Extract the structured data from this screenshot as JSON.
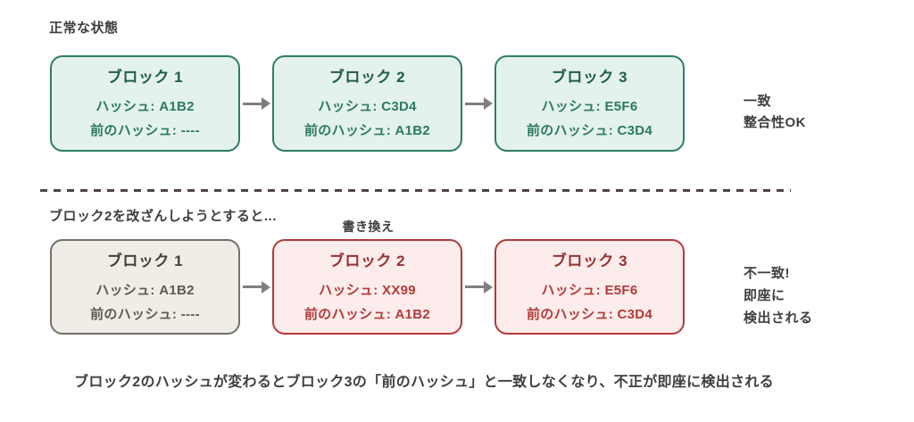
{
  "colors": {
    "green-bg": "#e4f2ec",
    "green-border": "#2e7d63",
    "green-title": "#1d5c49",
    "green-text": "#2a7a5f",
    "gray-bg": "#efede6",
    "gray-border": "#72716b",
    "gray-title": "#403f3b",
    "gray-text": "#5a5952",
    "red-bg": "#fdecec",
    "red-border": "#b23a3a",
    "red-title": "#96302e",
    "red-text": "#b13a38",
    "arrow": "#7f7f7f",
    "divider": "#4e4342",
    "label": "#3e3e3c"
  },
  "normal": {
    "label": "正常な状態",
    "blocks": [
      {
        "title": "ブロック 1",
        "hash": "ハッシュ: A1B2",
        "prev": "前のハッシュ: ----"
      },
      {
        "title": "ブロック 2",
        "hash": "ハッシュ: C3D4",
        "prev": "前のハッシュ: A1B2"
      },
      {
        "title": "ブロック 3",
        "hash": "ハッシュ: E5F6",
        "prev": "前のハッシュ: C3D4"
      }
    ],
    "annotation": {
      "line1": "一致",
      "line2": "整合性OK"
    }
  },
  "tampered": {
    "label": "ブロック2を改ざんしようとすると...",
    "rewrite_label": "書き換え",
    "blocks": [
      {
        "title": "ブロック 1",
        "hash": "ハッシュ: A1B2",
        "prev": "前のハッシュ: ----"
      },
      {
        "title": "ブロック 2",
        "hash": "ハッシュ: XX99",
        "prev": "前のハッシュ: A1B2"
      },
      {
        "title": "ブロック 3",
        "hash": "ハッシュ: E5F6",
        "prev": "前のハッシュ: C3D4"
      }
    ],
    "annotation": {
      "line1": "不一致!",
      "line2": "即座に",
      "line3": "検出される"
    }
  },
  "caption": "ブロック2のハッシュが変わるとブロック3の「前のハッシュ」と一致しなくなり、不正が即座に検出される"
}
